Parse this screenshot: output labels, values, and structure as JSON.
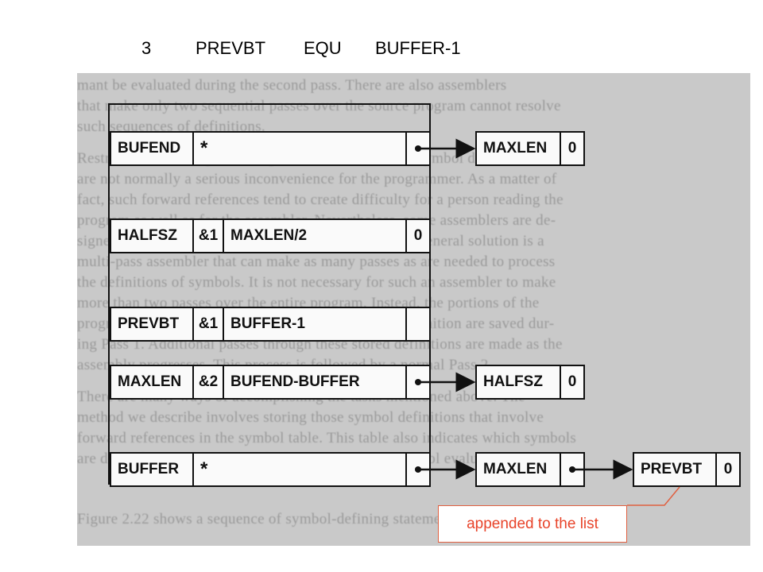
{
  "header": {
    "number": "3",
    "label": "PREVBT",
    "op": "EQU",
    "operand": "BUFFER-1"
  },
  "symbol_table": {
    "entries": [
      {
        "symbol": "BUFEND",
        "cells": [
          "*"
        ],
        "links": [
          "MAXLEN",
          "0"
        ]
      },
      {
        "symbol": "HALFSZ",
        "cells": [
          "&1",
          "MAXLEN/2",
          "0"
        ],
        "links": []
      },
      {
        "symbol": "PREVBT",
        "cells": [
          "&1",
          "BUFFER-1"
        ],
        "links": []
      },
      {
        "symbol": "MAXLEN",
        "cells": [
          "&2",
          "BUFEND-BUFFER"
        ],
        "links": [
          "HALFSZ",
          "0"
        ]
      },
      {
        "symbol": "BUFFER",
        "cells": [
          "*"
        ],
        "links": [
          "MAXLEN",
          "PREVBT",
          "0"
        ]
      }
    ]
  },
  "callout": {
    "text": "appended to the list",
    "color": "#e8442a"
  }
}
